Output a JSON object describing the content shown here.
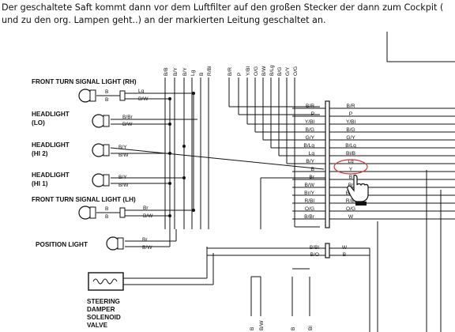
{
  "caption": "Der geschaltete Saft kommt dann vor dem Luftfilter auf den großen Stecker der dann zum Cockpit ( und zu den org. Lampen geht..) an der markierten Leitung geschaltet an.",
  "colors": {
    "highlight": "#e0303a",
    "wire": "#111111",
    "background": "#ffffff"
  },
  "components": [
    {
      "name": "front-turn-signal-rh",
      "label1": "FRONT TURN SIGNAL LIGHT (RH)",
      "label2": ""
    },
    {
      "name": "headlight-lo",
      "label1": "HEADLIGHT",
      "label2": "(LO)"
    },
    {
      "name": "headlight-hi2",
      "label1": "HEADLIGHT",
      "label2": "(HI 2)"
    },
    {
      "name": "headlight-hi1",
      "label1": "HEADLIGHT",
      "label2": "(HI 1)"
    },
    {
      "name": "front-turn-signal-lh",
      "label1": "FRONT TURN SIGNAL LIGHT (LH)",
      "label2": ""
    },
    {
      "name": "position-light",
      "label1": "POSITION LIGHT",
      "label2": ""
    }
  ],
  "steering_damper": {
    "line1": "STEERING",
    "line2": "DAMPER",
    "line3": "SOLENOID",
    "line4": "VALVE"
  },
  "component_wires": {
    "rh": [
      "B",
      "Lg",
      "B",
      "B/W"
    ],
    "lo": [
      "B/Br",
      "B/W"
    ],
    "hi2": [
      "B/Y",
      "B/W"
    ],
    "hi1": [
      "B/Y",
      "B/W"
    ],
    "lh": [
      "B",
      "Br",
      "B",
      "B/W"
    ],
    "pos": [
      "Br",
      "B/W"
    ]
  },
  "top_labels_left": [
    "B/B",
    "B/Y",
    "B/Y",
    "Lg",
    "B",
    "R/Bl"
  ],
  "top_labels_right": [
    "B/R",
    "P",
    "Y/Bl",
    "O/G",
    "B/W",
    "B/Lg",
    "B/G",
    "G/Y",
    "O/G"
  ],
  "connector_left": [
    "B/R",
    "P",
    "Y/Bl",
    "B/G",
    "G/Y",
    "B/Lg",
    "Lg",
    "B/Y",
    "B",
    "Br",
    "B/W",
    "Br/Y",
    "R/Bl",
    "O/G",
    "B/Br"
  ],
  "connector_right": [
    "B/R",
    "P",
    "Y/Bl",
    "B/G",
    "G/Y",
    "B/Lg",
    "Bl/B",
    "Lg",
    "Y",
    "B",
    "Br",
    "B/W",
    "R/Bl",
    "O/G",
    "W"
  ],
  "connector2_left": [
    "B/Bl",
    "B/O"
  ],
  "connector2_right": [
    "W",
    "B"
  ],
  "bottom_labels": [
    "B",
    "B/W",
    "B",
    "Bl"
  ]
}
